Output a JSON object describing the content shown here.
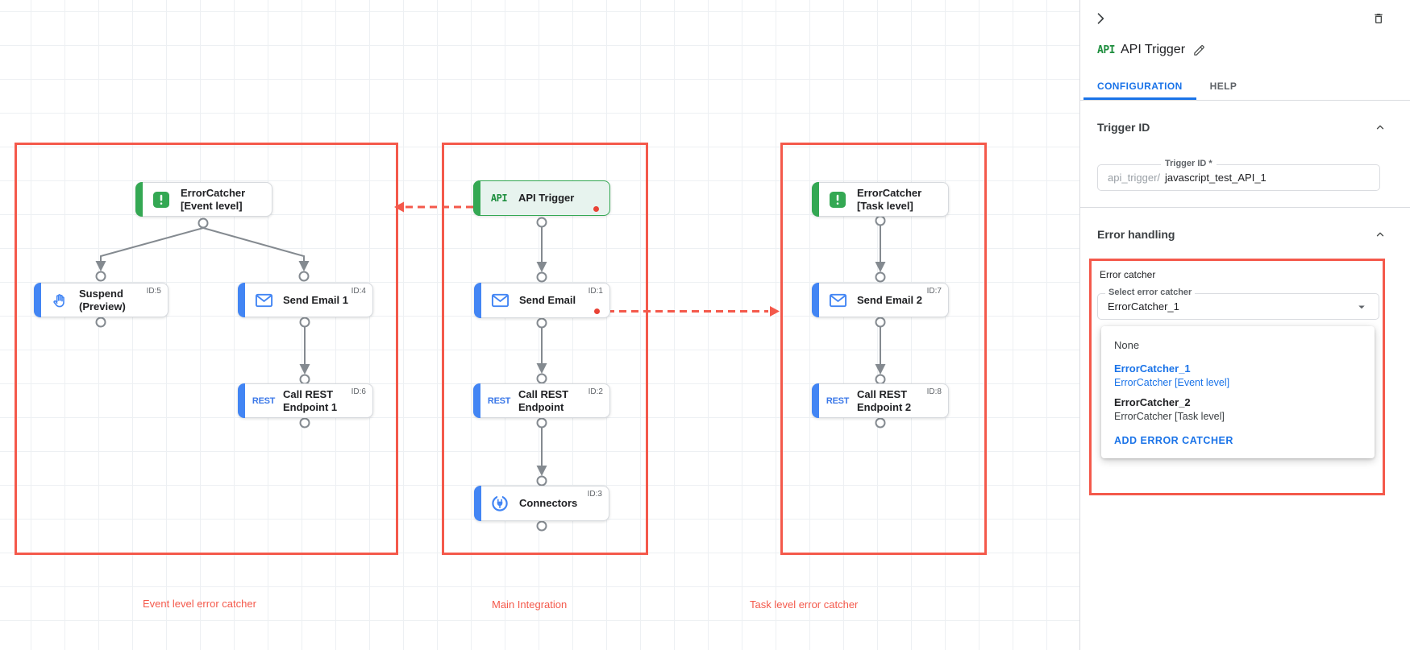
{
  "colors": {
    "red": "#f4594b",
    "blue": "#4285f4",
    "green": "#34a853",
    "link_blue": "#1a73e8",
    "red_dot": "#e94235"
  },
  "canvas": {
    "groups": [
      {
        "label": "Event level error catcher"
      },
      {
        "label": "Main Integration"
      },
      {
        "label": "Task level error catcher"
      }
    ],
    "icon_labels": {
      "api": "API",
      "rest": "REST"
    },
    "nodes": [
      {
        "title": "ErrorCatcher [Event level]"
      },
      {
        "title": "Suspend (Preview)",
        "id": "ID:5"
      },
      {
        "title": "Send Email 1",
        "id": "ID:4"
      },
      {
        "title": "Call REST Endpoint 1",
        "id": "ID:6"
      },
      {
        "title": "API Trigger"
      },
      {
        "title": "Send Email",
        "id": "ID:1"
      },
      {
        "title": "Call REST Endpoint",
        "id": "ID:2"
      },
      {
        "title": "Connectors",
        "id": "ID:3"
      },
      {
        "title": "ErrorCatcher [Task level]"
      },
      {
        "title": "Send Email 2",
        "id": "ID:7"
      },
      {
        "title": "Call REST Endpoint 2",
        "id": "ID:8"
      }
    ]
  },
  "panel": {
    "badge": "API",
    "title": "API Trigger",
    "tabs": {
      "configuration": "CONFIGURATION",
      "help": "HELP"
    },
    "trigger_id": {
      "heading": "Trigger ID",
      "field_label": "Trigger ID *",
      "prefix": "api_trigger/",
      "value": "javascript_test_API_1"
    },
    "error_handling": {
      "heading": "Error handling",
      "group_label": "Error catcher",
      "select_label": "Select error catcher",
      "select_value": "ErrorCatcher_1",
      "menu": {
        "none": "None",
        "options": [
          {
            "name": "ErrorCatcher_1",
            "desc": "ErrorCatcher [Event level]"
          },
          {
            "name": "ErrorCatcher_2",
            "desc": "ErrorCatcher [Task level]"
          }
        ],
        "add_label": "ADD ERROR CATCHER"
      }
    }
  }
}
